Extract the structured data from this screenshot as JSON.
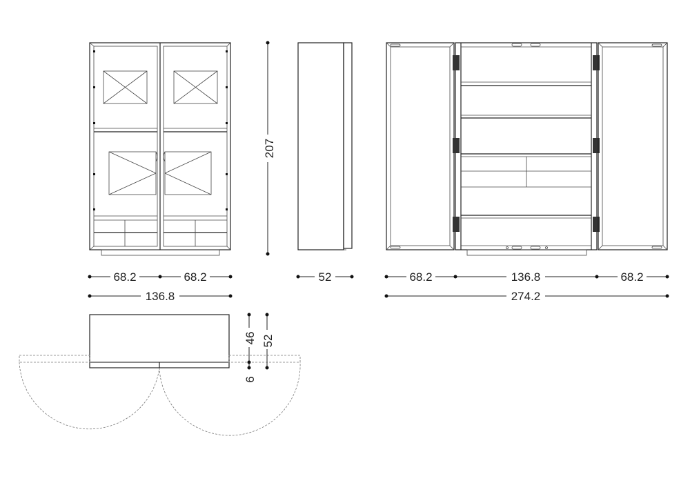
{
  "title": "Cabinet dimension drawing",
  "units": "cm",
  "front_view": {
    "dim_left_door": "68.2",
    "dim_right_door": "68.2",
    "dim_total_width": "136.8",
    "dim_height": "207"
  },
  "side_view": {
    "dim_depth": "52"
  },
  "open_view": {
    "dim_left_door": "68.2",
    "dim_body": "136.8",
    "dim_right_door": "68.2",
    "dim_total_open": "274.2"
  },
  "plan_view": {
    "dim_body_depth": "46",
    "dim_door_thickness": "6",
    "dim_total_depth": "52"
  }
}
